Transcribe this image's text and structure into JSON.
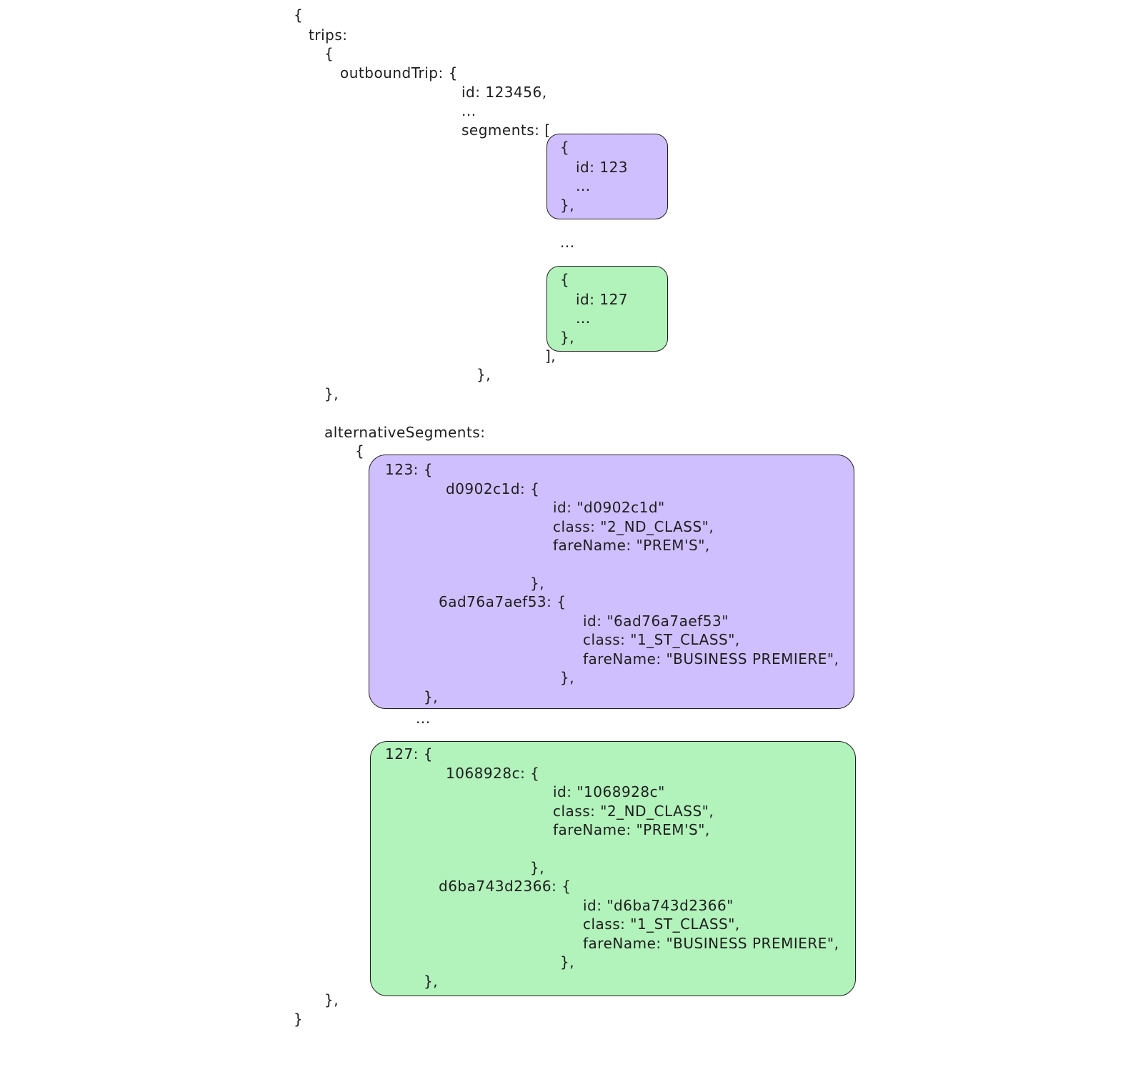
{
  "colors": {
    "purple": "#d0bfff",
    "green": "#b2f2bb",
    "stroke": "#1e1e1e"
  },
  "root_open": "{",
  "root_close": "}",
  "trips": {
    "key": "trips:",
    "open": "{",
    "close": "},",
    "outbound": {
      "key": "outboundTrip: {",
      "id_line": "id: 123456,",
      "ellipsis": "...",
      "segments_key": "segments: [",
      "between_ellipsis": "...",
      "segments_close": "],",
      "close": "},",
      "segments": [
        {
          "open": "{",
          "id_line": "id: 123",
          "ellipsis": "...",
          "close": "},",
          "color": "purple"
        },
        {
          "open": "{",
          "id_line": "id: 127",
          "ellipsis": "...",
          "close": "},",
          "color": "green"
        }
      ]
    }
  },
  "alternative": {
    "key": "alternativeSegments:",
    "open": "{",
    "close": "},",
    "between_ellipsis": "...",
    "groups": [
      {
        "header": "123: {",
        "close": "},",
        "color": "purple",
        "entries": [
          {
            "key": "d0902c1d: {",
            "id_line": "id: \"d0902c1d\"",
            "class_line": "class: \"2_ND_CLASS\",",
            "fare_line": "fareName: \"PREM'S\",",
            "close": "},"
          },
          {
            "key": "6ad76a7aef53: {",
            "id_line": "id: \"6ad76a7aef53\"",
            "class_line": "class: \"1_ST_CLASS\",",
            "fare_line": "fareName: \"BUSINESS PREMIERE\",",
            "close": "},"
          }
        ]
      },
      {
        "header": "127: {",
        "close": "},",
        "color": "green",
        "entries": [
          {
            "key": "1068928c: {",
            "id_line": "id: \"1068928c\"",
            "class_line": "class: \"2_ND_CLASS\",",
            "fare_line": "fareName: \"PREM'S\",",
            "close": "},"
          },
          {
            "key": "d6ba743d2366: {",
            "id_line": "id: \"d6ba743d2366\"",
            "class_line": "class: \"1_ST_CLASS\",",
            "fare_line": "fareName: \"BUSINESS PREMIERE\",",
            "close": "},"
          }
        ]
      }
    ]
  }
}
